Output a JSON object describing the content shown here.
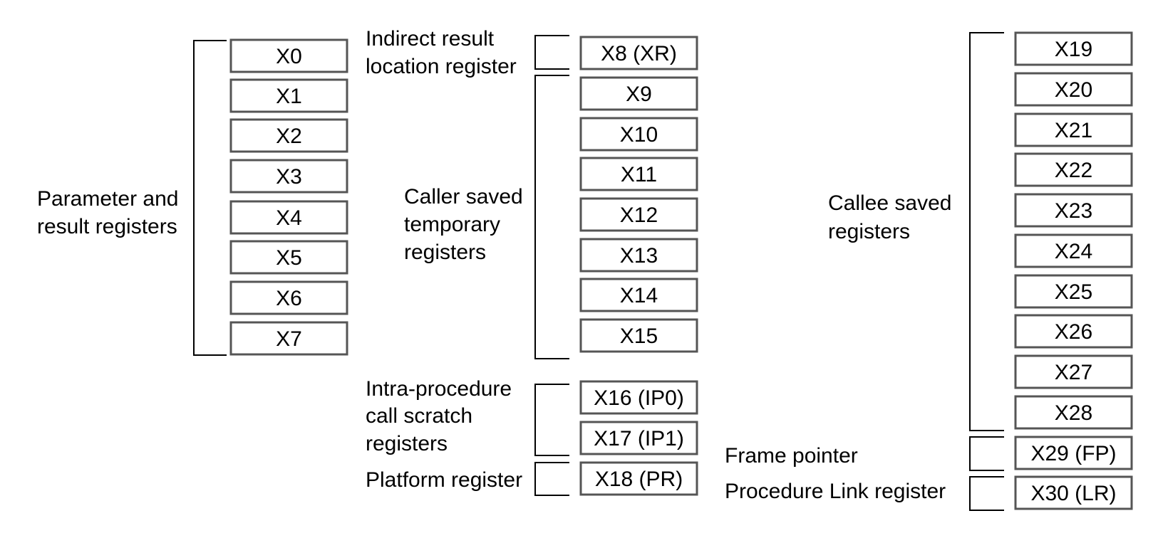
{
  "registers": {
    "x0": "X0",
    "x1": "X1",
    "x2": "X2",
    "x3": "X3",
    "x4": "X4",
    "x5": "X5",
    "x6": "X6",
    "x7": "X7",
    "x8": "X8 (XR)",
    "x9": "X9",
    "x10": "X10",
    "x11": "X11",
    "x12": "X12",
    "x13": "X13",
    "x14": "X14",
    "x15": "X15",
    "x16": "X16 (IP0)",
    "x17": "X17 (IP1)",
    "x18": "X18 (PR)",
    "x19": "X19",
    "x20": "X20",
    "x21": "X21",
    "x22": "X22",
    "x23": "X23",
    "x24": "X24",
    "x25": "X25",
    "x26": "X26",
    "x27": "X27",
    "x28": "X28",
    "x29": "X29 (FP)",
    "x30": "X30 (LR)"
  },
  "groups": {
    "parameter": {
      "line1": "Parameter and",
      "line2": "result registers"
    },
    "indirect": {
      "line1": "Indirect result",
      "line2": "location register"
    },
    "caller": {
      "line1": "Caller saved",
      "line2": "temporary",
      "line3": "registers"
    },
    "intra": {
      "line1": "Intra-procedure",
      "line2": "call scratch",
      "line3": "registers"
    },
    "platform": {
      "line1": "Platform register"
    },
    "callee": {
      "line1": "Callee saved",
      "line2": "registers"
    },
    "frame": {
      "line1": "Frame pointer"
    },
    "link": {
      "line1": "Procedure Link register"
    }
  }
}
